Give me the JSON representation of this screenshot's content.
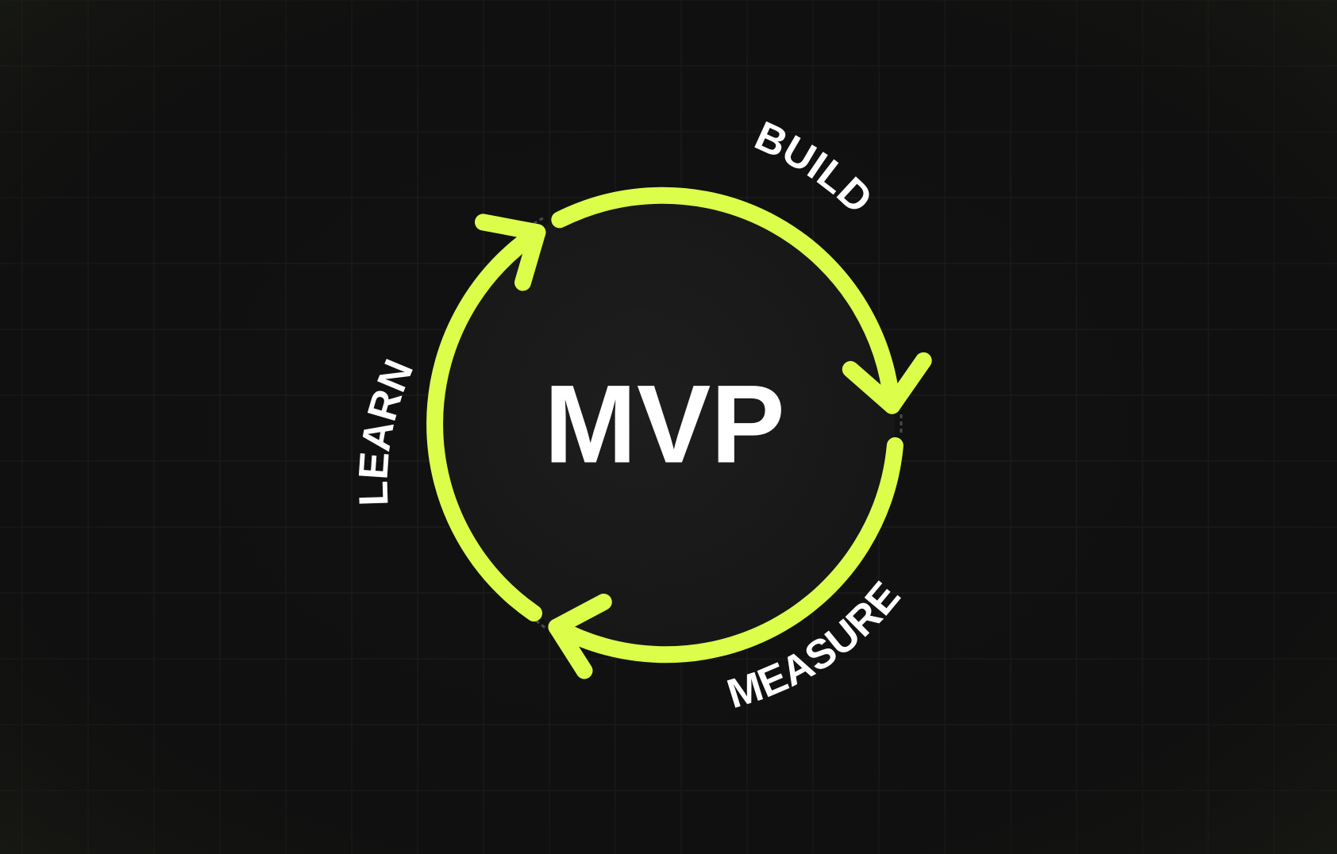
{
  "diagram": {
    "center_label": "MVP",
    "stages": [
      {
        "label": "BUILD"
      },
      {
        "label": "MEASURE"
      },
      {
        "label": "LEARN"
      }
    ],
    "colors": {
      "background": "#111111",
      "grid_line": "#1d1e1c",
      "accent": "#dcfd4a",
      "text": "#ffffff",
      "inner_disc": "#1b1b1b",
      "gap_tick": "#4a4a4a"
    }
  }
}
